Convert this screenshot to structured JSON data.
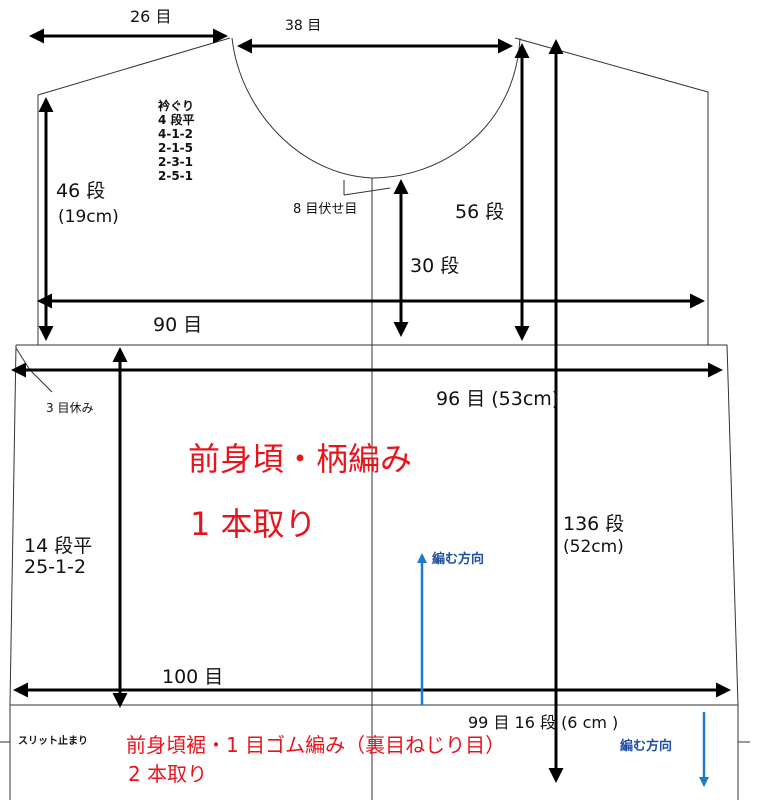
{
  "top": {
    "shoulder_stitches": "26 目",
    "neck_width_stitches": "38 目",
    "neckline": [
      "衿ぐり",
      "4 段平",
      "4-1-2",
      "2-1-5",
      "2-3-1",
      "2-5-1"
    ],
    "bind_off": "8 目伏せ目",
    "armhole_rows": "46 段",
    "armhole_cm": "(19cm)",
    "shoulder_to_armhole_rows": "56 段",
    "neck_depth_rows": "30 段",
    "chest_stitches": "90 目"
  },
  "body": {
    "rest_stitches": "3 目休み",
    "width": "96 目 (53cm)",
    "title_line1": "前身頃・柄編み",
    "title_line2": "1 本取り",
    "side_rows_1": "14 段平",
    "side_rows_2": "25-1-2",
    "length_rows": "136 段",
    "length_cm": "(52cm)",
    "knit_direction": "編む方向",
    "hem_stitches": "100 目"
  },
  "hem": {
    "slit_stop": "スリット止まり",
    "rib_stitches": "99 目 16 段 (6 cm )",
    "title_line1": "前身頃裾・1 目ゴム編み（裏目ねじり目）",
    "title_line2": "2 本取り",
    "knit_direction": "編む方向"
  },
  "colors": {
    "red": "#e8141c",
    "blue_text": "#1f4ea3",
    "blue_arrow": "#1f7ac8"
  }
}
